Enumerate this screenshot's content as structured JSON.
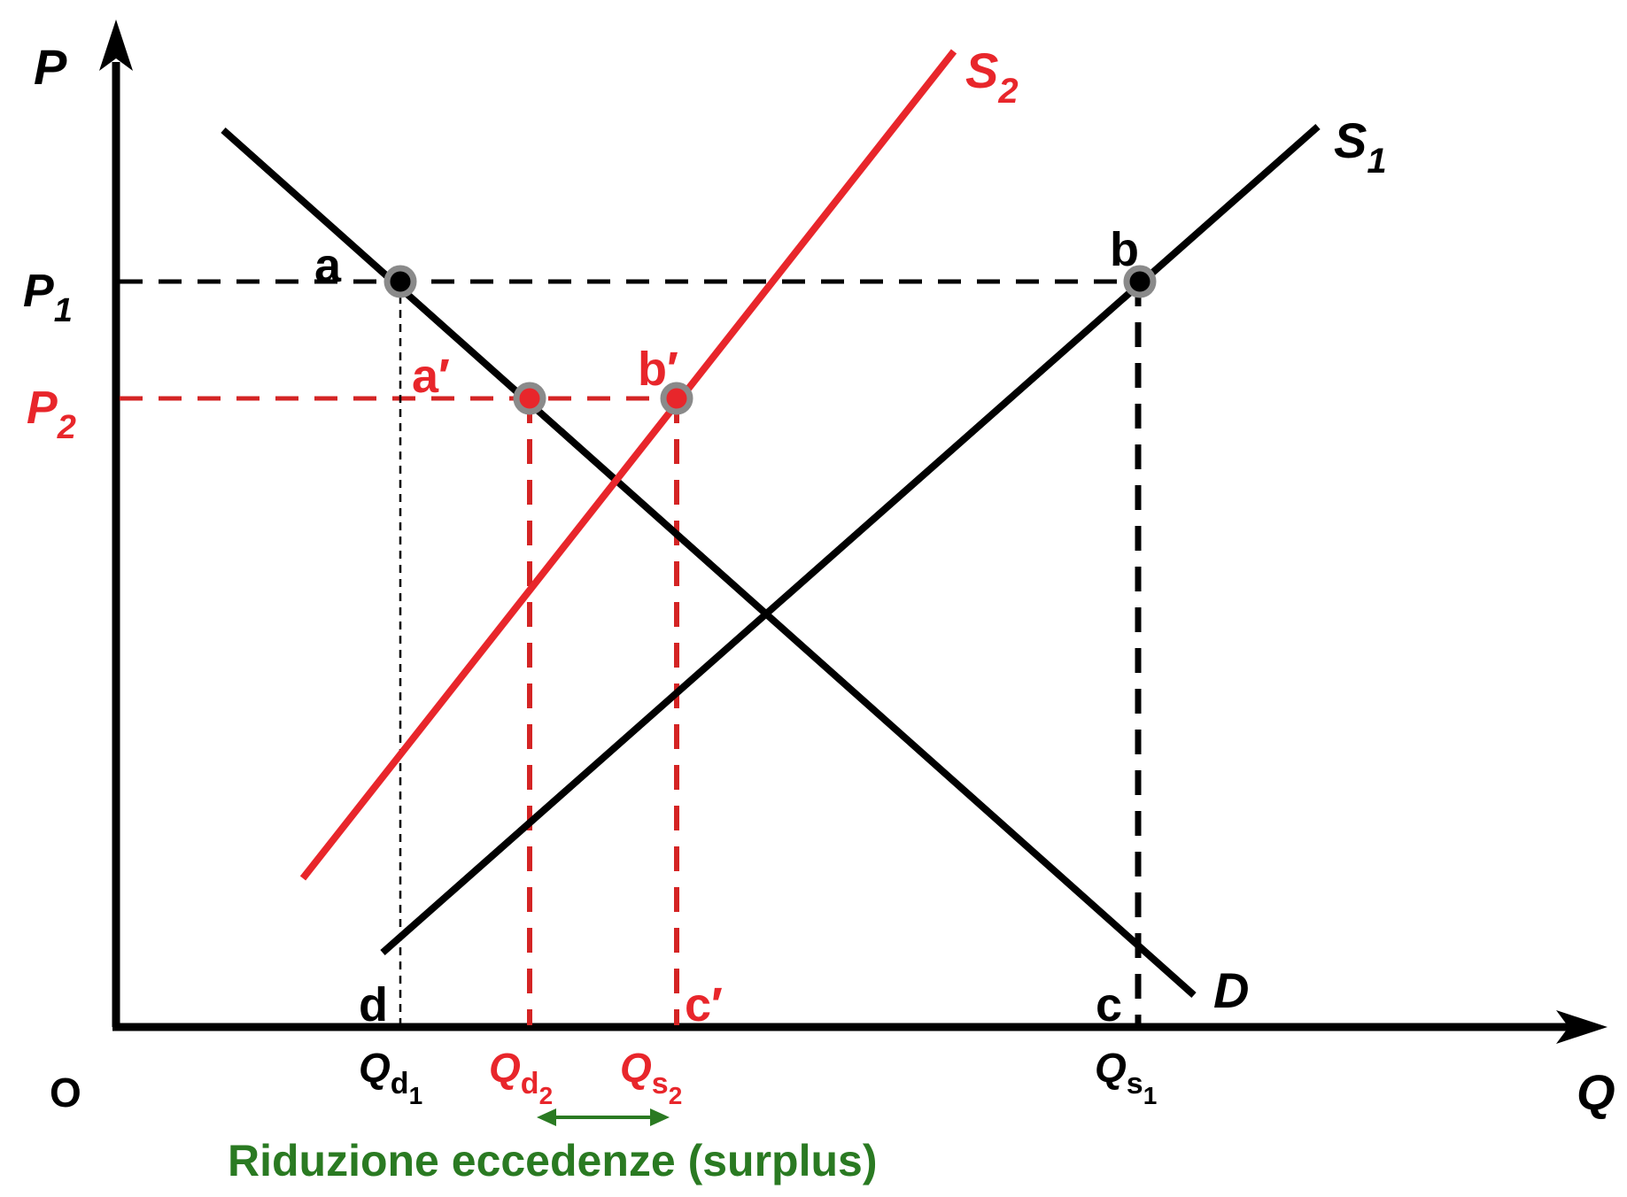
{
  "colors": {
    "black": "#000000",
    "red": "#e8262b",
    "red_dashed": "#d42424",
    "green": "#2a7a22",
    "point_ring": "#8a8a8a"
  },
  "axes": {
    "y_label": "P",
    "x_label": "Q",
    "origin_label": "O"
  },
  "prices": {
    "p1": {
      "main": "P",
      "sub": "1"
    },
    "p2": {
      "main": "P",
      "sub": "2"
    }
  },
  "quantities": {
    "qd1": {
      "main": "Q",
      "sub": "d",
      "subsub": "1"
    },
    "qd2": {
      "main": "Q",
      "sub": "d",
      "subsub": "2"
    },
    "qs2": {
      "main": "Q",
      "sub": "s",
      "subsub": "2"
    },
    "qs1": {
      "main": "Q",
      "sub": "s",
      "subsub": "1"
    }
  },
  "curves": {
    "s1": {
      "main": "S",
      "sub": "1"
    },
    "s2": {
      "main": "S",
      "sub": "2"
    },
    "d": "D"
  },
  "points": {
    "a": "a",
    "b": "b",
    "c": "c",
    "d": "d",
    "a_prime": "a′",
    "b_prime": "b′",
    "c_prime": "c′"
  },
  "annotation": {
    "surplus_label": "Riduzione eccedenze (surplus)"
  }
}
